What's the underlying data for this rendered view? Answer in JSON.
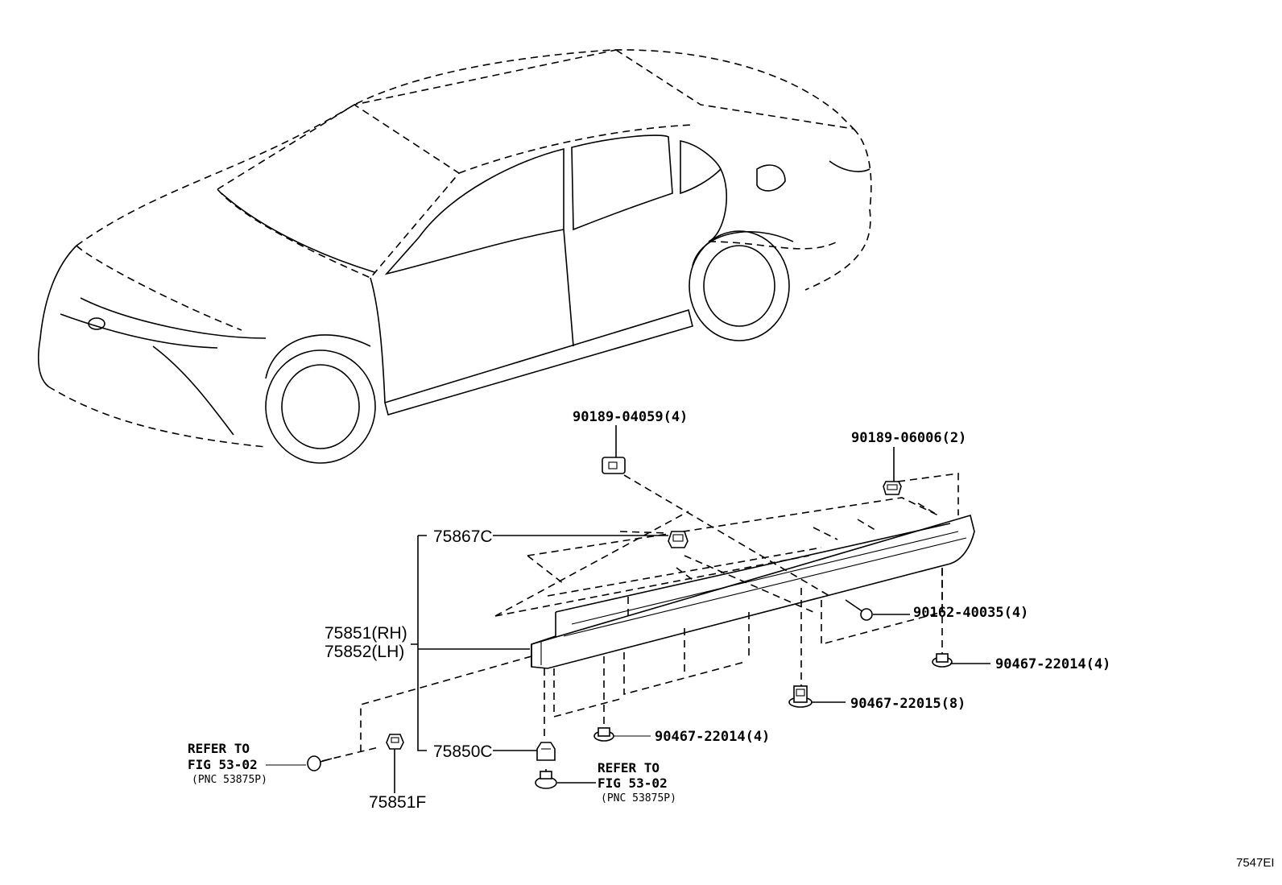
{
  "figure_id": "7547EI",
  "labels": {
    "p90189_04059": "90189-04059(4)",
    "p90189_06006": "90189-06006(2)",
    "p75867C": "75867C",
    "p75851RH": "75851(RH)",
    "p75852LH": "75852(LH)",
    "p90162_40035": "90162-40035(4)",
    "p90467_22014_right": "90467-22014(4)",
    "p90467_22015": "90467-22015(8)",
    "p90467_22014_mid": "90467-22014(4)",
    "p75850C": "75850C",
    "p75851F": "75851F"
  },
  "refer_left": {
    "line1": "REFER TO",
    "line2": "FIG 53-02",
    "line3": "(PNC 53875P)"
  },
  "refer_mid": {
    "line1": "REFER TO",
    "line2": "FIG 53-02",
    "line3": "(PNC 53875P)"
  }
}
